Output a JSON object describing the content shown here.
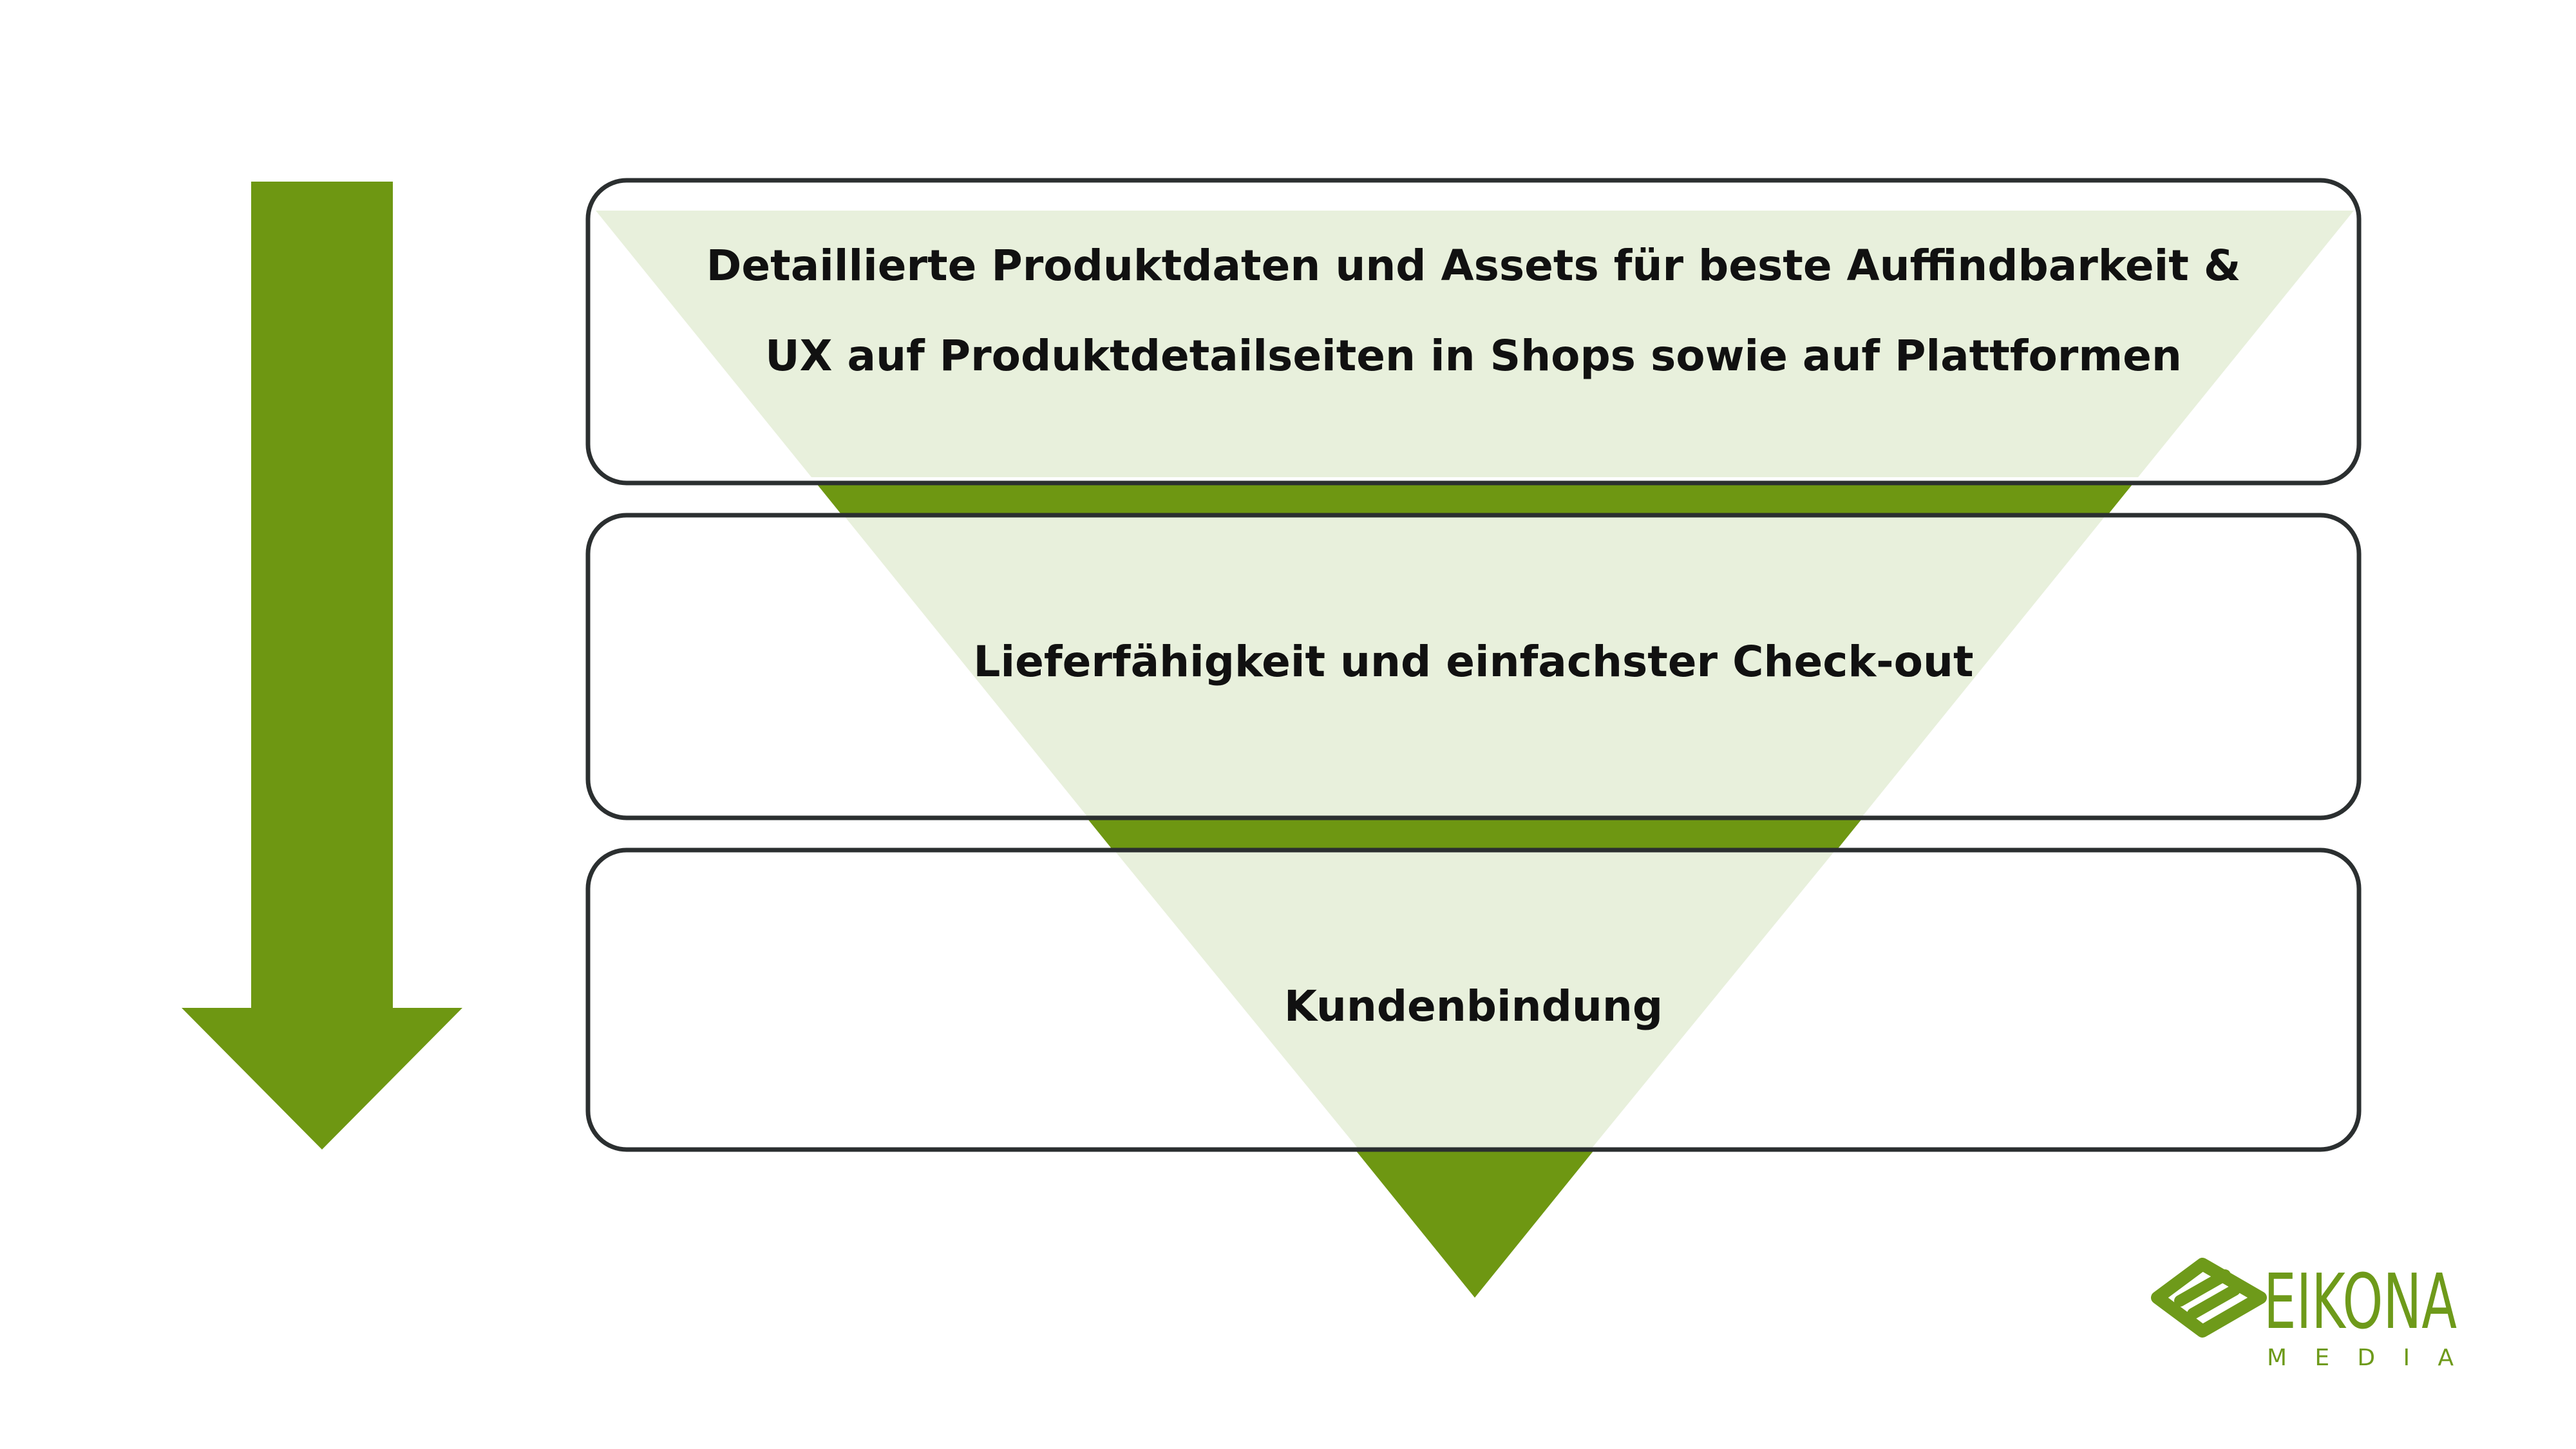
{
  "colors": {
    "accent": "#6e9712",
    "funnel_light": "#e8f0dc",
    "box_border": "#2b2f30",
    "text": "#111111"
  },
  "stages": [
    {
      "lines": [
        "Detaillierte Produktdaten und Assets für beste Auffindbarkeit &",
        "UX auf Produktdetailseiten in Shops sowie auf Plattformen"
      ]
    },
    {
      "lines": [
        "Lieferfähigkeit und einfachster Check-out"
      ]
    },
    {
      "lines": [
        "Kundenbindung"
      ]
    }
  ],
  "logo": {
    "word": "EIKONA",
    "sub": "MEDIA",
    "icon": "eikona-logo-mark-icon"
  }
}
